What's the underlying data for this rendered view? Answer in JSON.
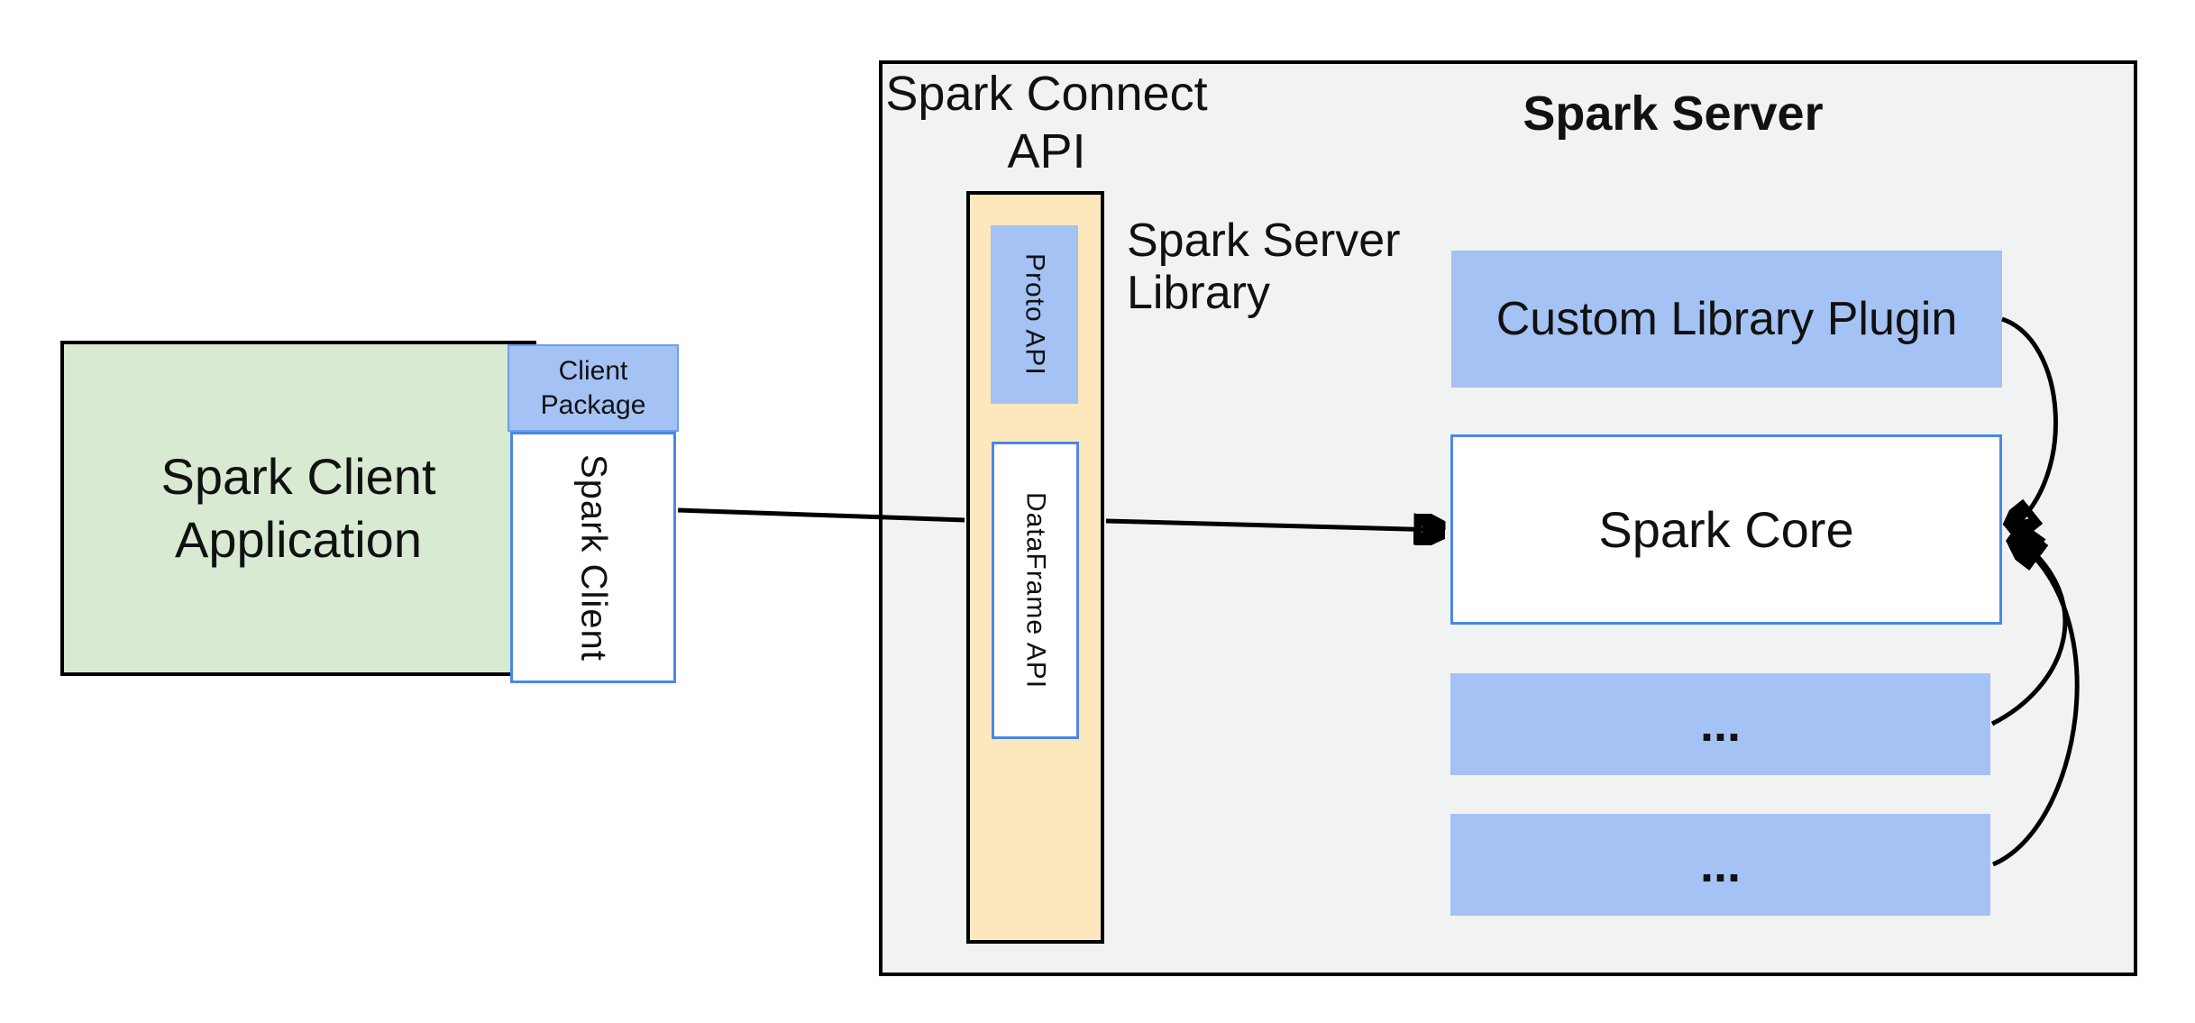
{
  "colors": {
    "page-bg": "#ffffff",
    "panel-gray": "#f1f2f2",
    "green-fill": "#d9ead3",
    "blue-fill": "#a4c2f4",
    "yellow-fill": "#fce8bc",
    "blue-border": "#4a86e8",
    "package-border": "#6d9eeb",
    "text-black": "#111111"
  },
  "client_app": {
    "line1": "Spark Client",
    "line2": "Application"
  },
  "client_package": {
    "line1": "Client",
    "line2": "Package"
  },
  "spark_client": {
    "label": "Spark Client"
  },
  "connect": {
    "title_line1": "Spark Connect",
    "title_line2": "API",
    "proto_api": "Proto API",
    "dataframe_api": "DataFrame API",
    "library_line1": "Spark Server",
    "library_line2": "Library"
  },
  "server": {
    "title": "Spark Server",
    "plugin": "Custom Library Plugin",
    "core": "Spark Core",
    "slot1": "...",
    "slot2": "..."
  }
}
